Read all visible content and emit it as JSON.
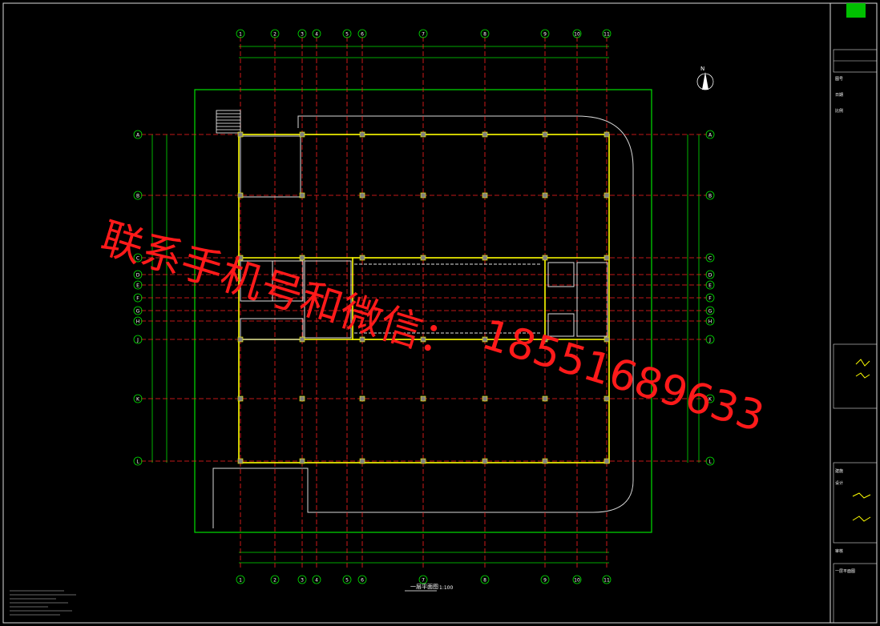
{
  "watermark": {
    "line1": "联系手机号和微信：",
    "line2": "18551689633"
  },
  "drawing": {
    "grid_x_labels": [
      "1",
      "2",
      "3",
      "4",
      "5",
      "6",
      "7",
      "8",
      "9",
      "10",
      "11"
    ],
    "grid_y_labels": [
      "A",
      "B",
      "C",
      "D",
      "E",
      "F",
      "G",
      "H",
      "J",
      "K",
      "L"
    ],
    "plan_caption": "一层平面图",
    "plan_scale": "1:100",
    "north_label": "N"
  },
  "title_block": {
    "cells": [
      "图号",
      "日期",
      "比例",
      "建施",
      "设计",
      "审核",
      "一层平面图"
    ]
  },
  "colors": {
    "background": "#000000",
    "boundary": "#00e000",
    "axis": "#ff2020",
    "wall": "#ffff00",
    "text": "#ffffff",
    "watermark": "#ff1a1a"
  }
}
